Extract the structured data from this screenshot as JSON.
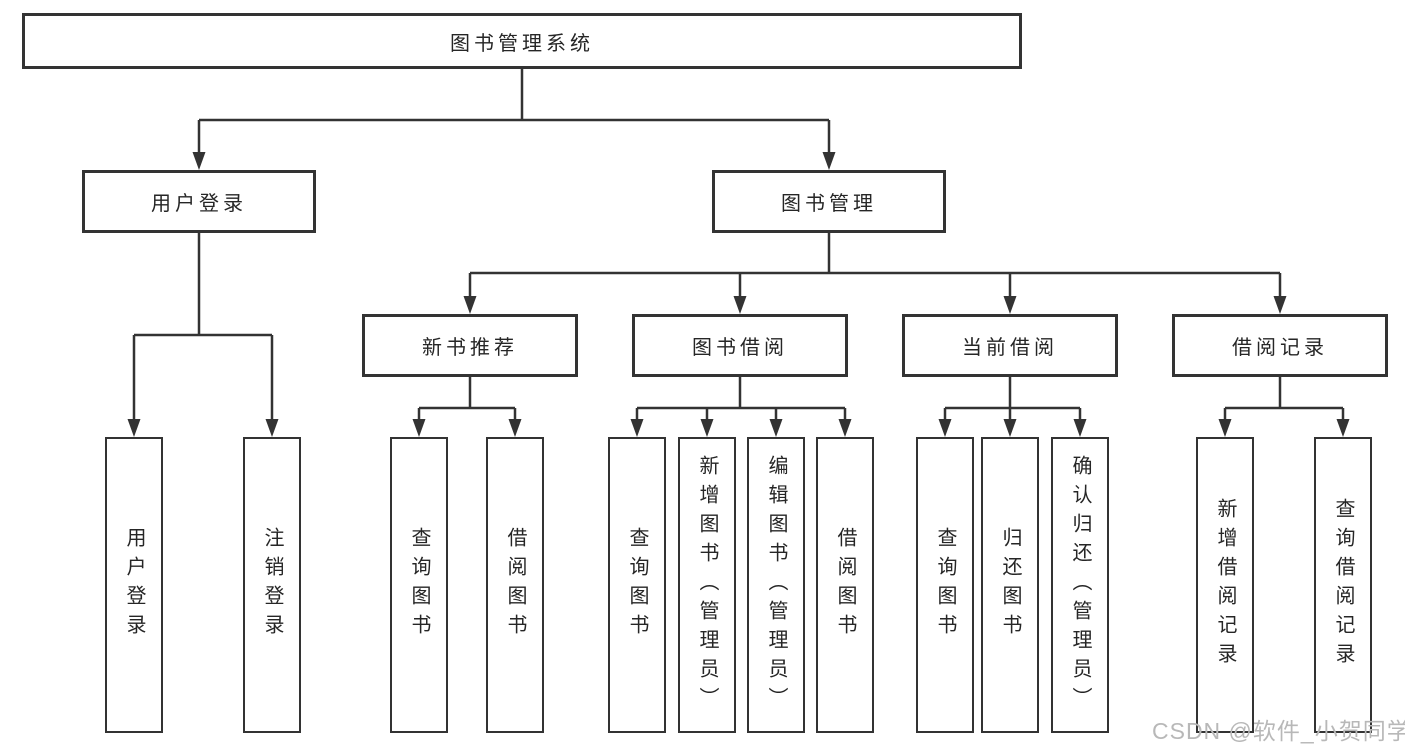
{
  "tree": {
    "root": {
      "label": "图书管理系统",
      "children": [
        {
          "label": "用户登录",
          "children": [
            {
              "label": "用户登录"
            },
            {
              "label": "注销登录"
            }
          ]
        },
        {
          "label": "图书管理",
          "children": [
            {
              "label": "新书推荐",
              "children": [
                {
                  "label": "查询图书"
                },
                {
                  "label": "借阅图书"
                }
              ]
            },
            {
              "label": "图书借阅",
              "children": [
                {
                  "label": "查询图书"
                },
                {
                  "label": "新增图书（管理员）"
                },
                {
                  "label": "编辑图书（管理员）"
                },
                {
                  "label": "借阅图书"
                }
              ]
            },
            {
              "label": "当前借阅",
              "children": [
                {
                  "label": "查询图书"
                },
                {
                  "label": "归还图书"
                },
                {
                  "label": "确认归还（管理员）"
                }
              ]
            },
            {
              "label": "借阅记录",
              "children": [
                {
                  "label": "新增借阅记录"
                },
                {
                  "label": "查询借阅记录"
                }
              ]
            }
          ]
        }
      ]
    }
  },
  "watermark": {
    "text": "CSDN @软件_小贺同学"
  },
  "colors": {
    "background": "#ffffff",
    "line": "#333333",
    "box_border": "#333333",
    "text": "#262626",
    "watermark": "#b8b8b8"
  }
}
